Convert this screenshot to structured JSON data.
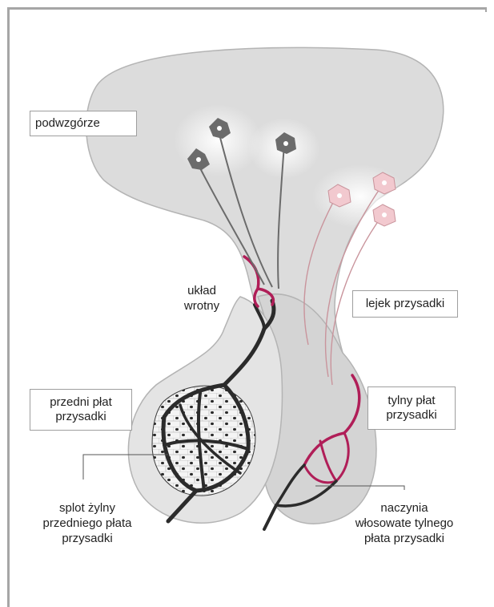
{
  "labels": {
    "hypothalamus": "podwzgórze",
    "portal_system": "układ\nwrotny",
    "infundibulum": "lejek przysadki",
    "anterior_lobe": "przedni płat\nprzysadki",
    "posterior_lobe": "tylny płat\nprzysadki",
    "venous_plexus": "splot żylny\nprzedniego płata\nprzysadki",
    "capillaries": "naczynia\nwłosowate tylnego\npłata przysadki"
  },
  "colors": {
    "tissue_fill": "#dcdcdc",
    "tissue_stroke": "#b4b4b4",
    "dark_neuron": "#6b6b6b",
    "pink_neuron": "#f2c9cf",
    "red_vessel": "#b01e58",
    "dark_vessel": "#2b2b2b"
  }
}
